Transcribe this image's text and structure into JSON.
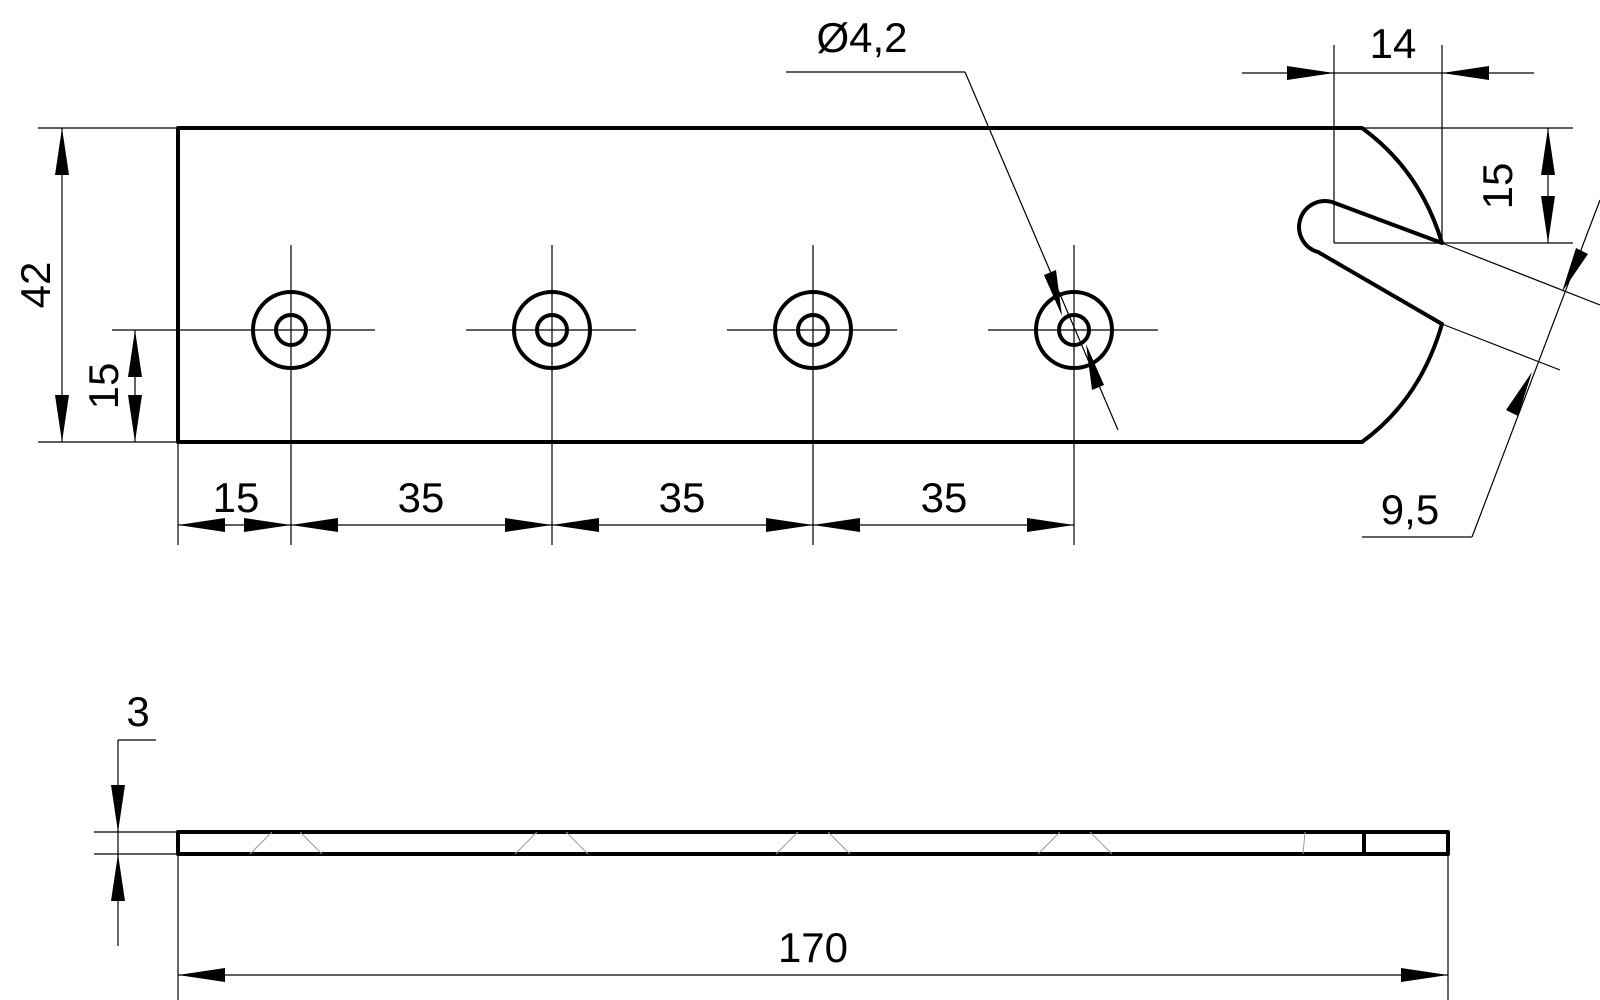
{
  "dimensions": {
    "plate_height": "42",
    "hole_row_offset": "15",
    "hole_diameter": "Ø4,2",
    "first_hole_offset": "15",
    "hole_pitch_1": "35",
    "hole_pitch_2": "35",
    "hole_pitch_3": "35",
    "slot_offset_horizontal": "14",
    "slot_offset_vertical": "15",
    "slot_width": "9,5",
    "thickness": "3",
    "overall_length": "170"
  }
}
